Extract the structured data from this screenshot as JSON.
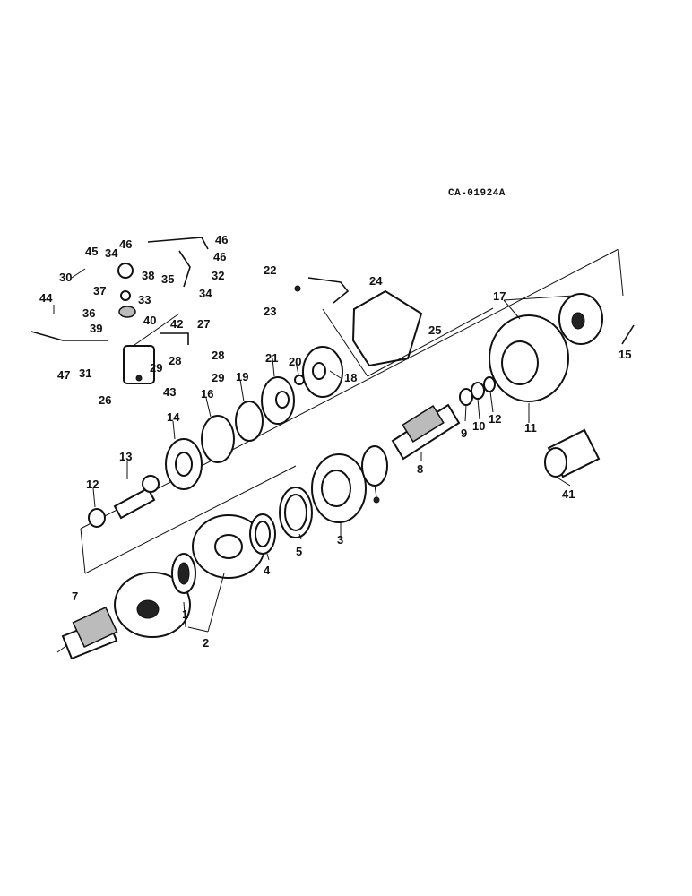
{
  "drawing_ref": "CA-01924A",
  "callouts": [
    "1",
    "2",
    "3",
    "4",
    "5",
    "7",
    "8",
    "9",
    "10",
    "11",
    "12",
    "12",
    "13",
    "14",
    "15",
    "16",
    "17",
    "18",
    "19",
    "20",
    "21",
    "22",
    "23",
    "24",
    "25",
    "26",
    "27",
    "28",
    "28",
    "29",
    "29",
    "30",
    "31",
    "32",
    "33",
    "34",
    "34",
    "35",
    "36",
    "37",
    "38",
    "39",
    "40",
    "41",
    "42",
    "43",
    "44",
    "45",
    "46",
    "46",
    "46",
    "47"
  ]
}
